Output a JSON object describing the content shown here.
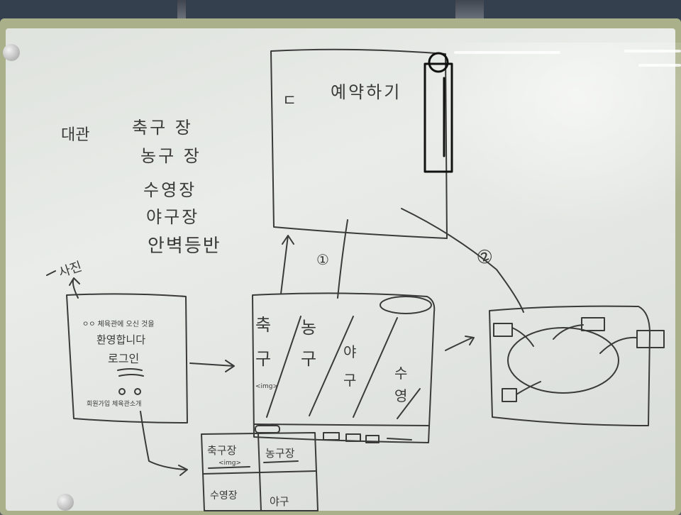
{
  "ink_color": "#3a3a3a",
  "frame_color": "#aab08a",
  "board_color": "#e6e9e5",
  "facility_list": {
    "heading": "대관",
    "items": [
      "축구 장",
      "농구 장",
      "수영장",
      "야구장",
      "안벽등반"
    ]
  },
  "login_sketch": {
    "photo_label": "사진",
    "title_line": "ㅇㅇ 체육관에 오신 것을",
    "welcome": "환영합니다",
    "login": "로그인",
    "footer": "회원가입 체육관소개"
  },
  "main_sketch": {
    "col_soccer": "축구",
    "col_soccer_img": "<img>",
    "col_basketball": "농구",
    "col_baseball": "야구",
    "col_swim": "수영"
  },
  "reserve_sketch": {
    "title": "예약하기",
    "back": "ㄷ"
  },
  "arrow_labels": {
    "one": "①",
    "two": "②"
  },
  "grid_sketch": {
    "cells": [
      {
        "name": "축구장",
        "sub": "<img>"
      },
      {
        "name": "농구장",
        "sub": ""
      },
      {
        "name": "수영장",
        "sub": ""
      },
      {
        "name": "야구",
        "sub": ""
      }
    ]
  }
}
